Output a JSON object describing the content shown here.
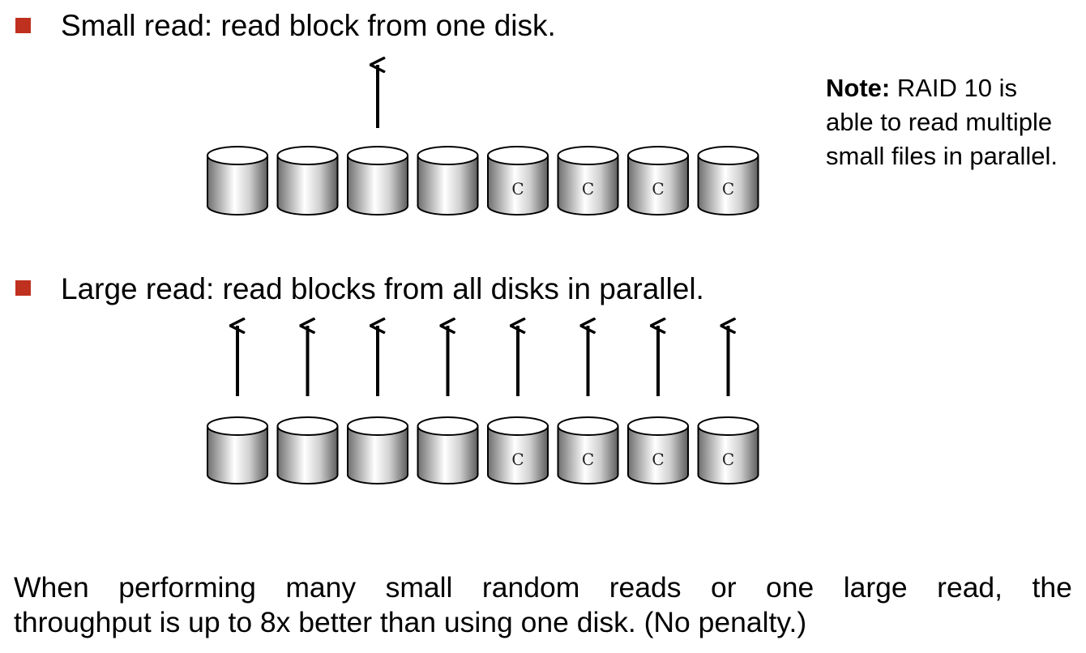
{
  "bullets": {
    "small_read": "Small read: read block from one disk.",
    "large_read": "Large read: read blocks from all disks in parallel."
  },
  "note": {
    "label": "Note:",
    "line1_rest": "RAID 10 is",
    "line2": "able to read multiple",
    "line3": "small files in parallel."
  },
  "disk_arrays": [
    {
      "name": "small-read",
      "disks": [
        "",
        "",
        "",
        "",
        "C",
        "C",
        "C",
        "C"
      ],
      "arrows_over_disks": [
        3
      ]
    },
    {
      "name": "large-read",
      "disks": [
        "",
        "",
        "",
        "",
        "C",
        "C",
        "C",
        "C"
      ],
      "arrows_over_disks": [
        1,
        2,
        3,
        4,
        5,
        6,
        7,
        8
      ]
    }
  ],
  "footer": {
    "words_line1": [
      "When",
      "performing",
      "many",
      "small",
      "random",
      "reads",
      "or",
      "one",
      "large",
      "read,",
      "the"
    ],
    "line2": "throughput is up to 8x better than using one disk.  (No penalty.)"
  },
  "colors": {
    "bullet": "#c0301e",
    "disk_outline": "#000000"
  }
}
